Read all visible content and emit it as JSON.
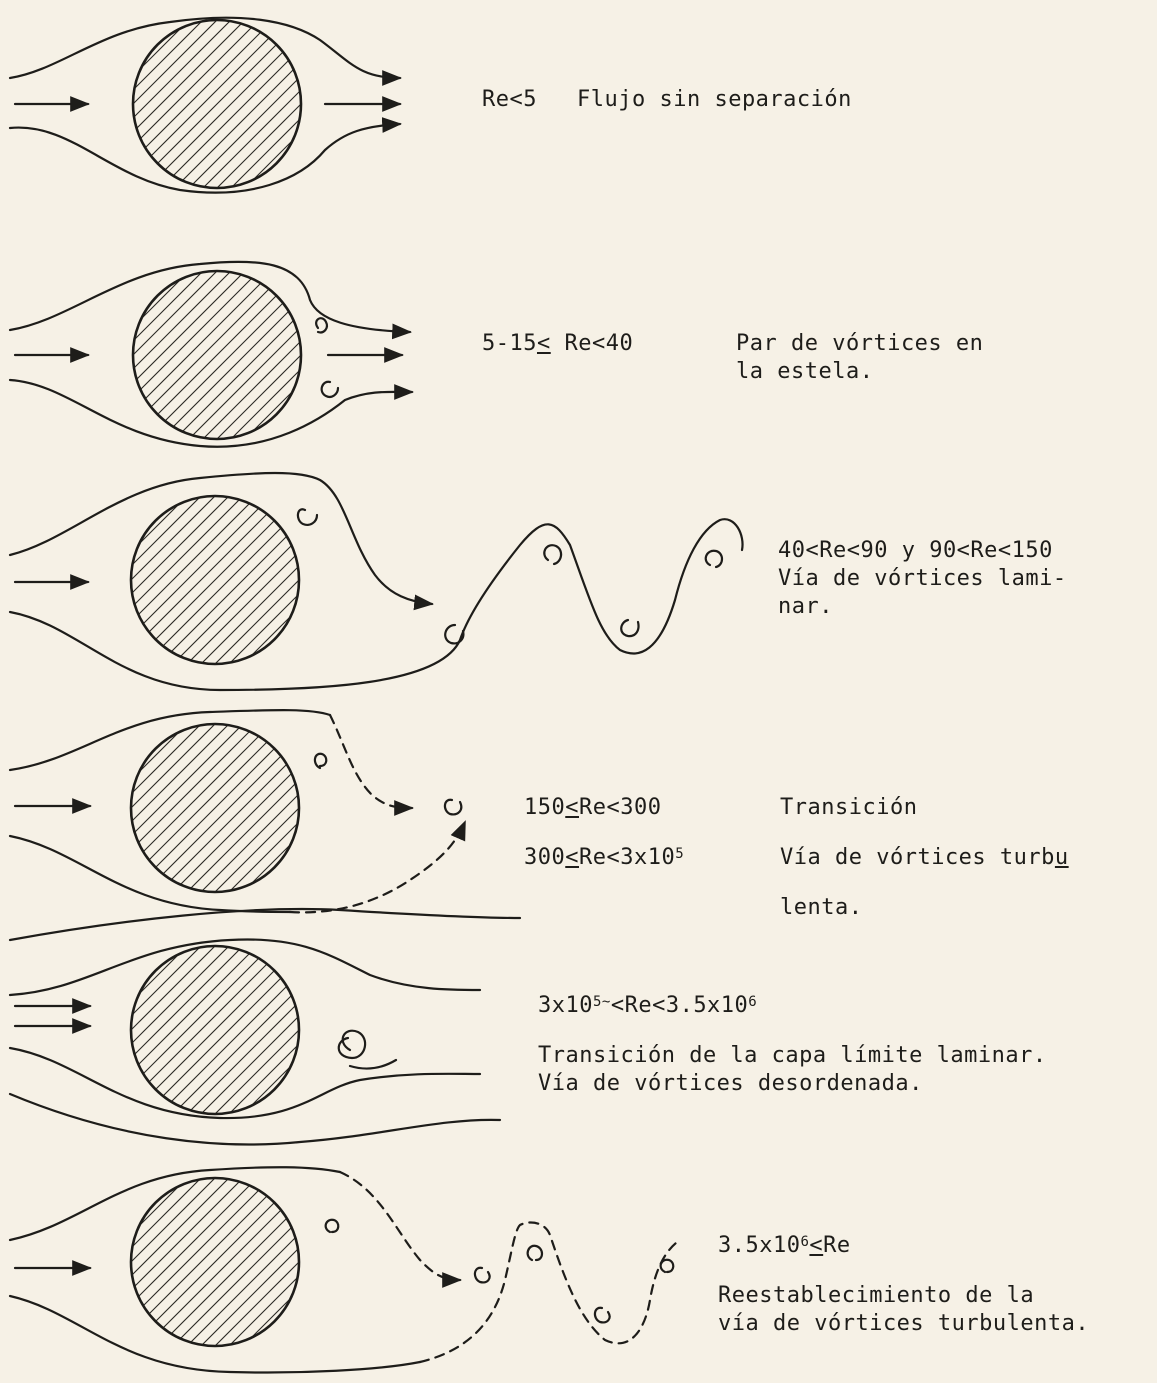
{
  "regimes": [
    {
      "id": "r1",
      "range": "Re<5",
      "description": "Flujo sin separación"
    },
    {
      "id": "r2",
      "range_pre": "5-15",
      "range_underlined": "<",
      "range_post": " Re<40",
      "description_line1": "Par de vórtices en",
      "description_line2": "la estela."
    },
    {
      "id": "r3",
      "range": "40<Re<90 y 90<Re<150",
      "description_line1": "Vía de vórtices lami-",
      "description_line2": "nar."
    },
    {
      "id": "r4",
      "range_a_pre": "150",
      "range_a_underlined": "<",
      "range_a_post": "Re<300",
      "range_b_pre": "300",
      "range_b_underlined": "<",
      "range_b_post": "Re<3x10",
      "range_b_exp": "5",
      "description_a": "Transición",
      "description_b_pre": "Vía de vórtices turb",
      "description_b_underlined": "u",
      "description_b_line2": "lenta."
    },
    {
      "id": "r5",
      "range_pre": "3x10",
      "range_exp1": "5~",
      "range_mid": "<Re<3.5x10",
      "range_exp2": "6",
      "description_line1": "Transición de la capa límite laminar.",
      "description_line2": "Vía de vórtices desordenada."
    },
    {
      "id": "r6",
      "range_pre": "3.5x10",
      "range_exp": "6",
      "range_underlined": "<",
      "range_post": "Re",
      "description_line1": "Reestablecimiento de la",
      "description_line2": "vía de vórtices turbulenta."
    }
  ],
  "colors": {
    "ink": "#1e1d1a",
    "paper": "#f6f1e6"
  },
  "icons": [
    "cylinder-hatched",
    "streamline-arrow",
    "vortex-swirl"
  ]
}
